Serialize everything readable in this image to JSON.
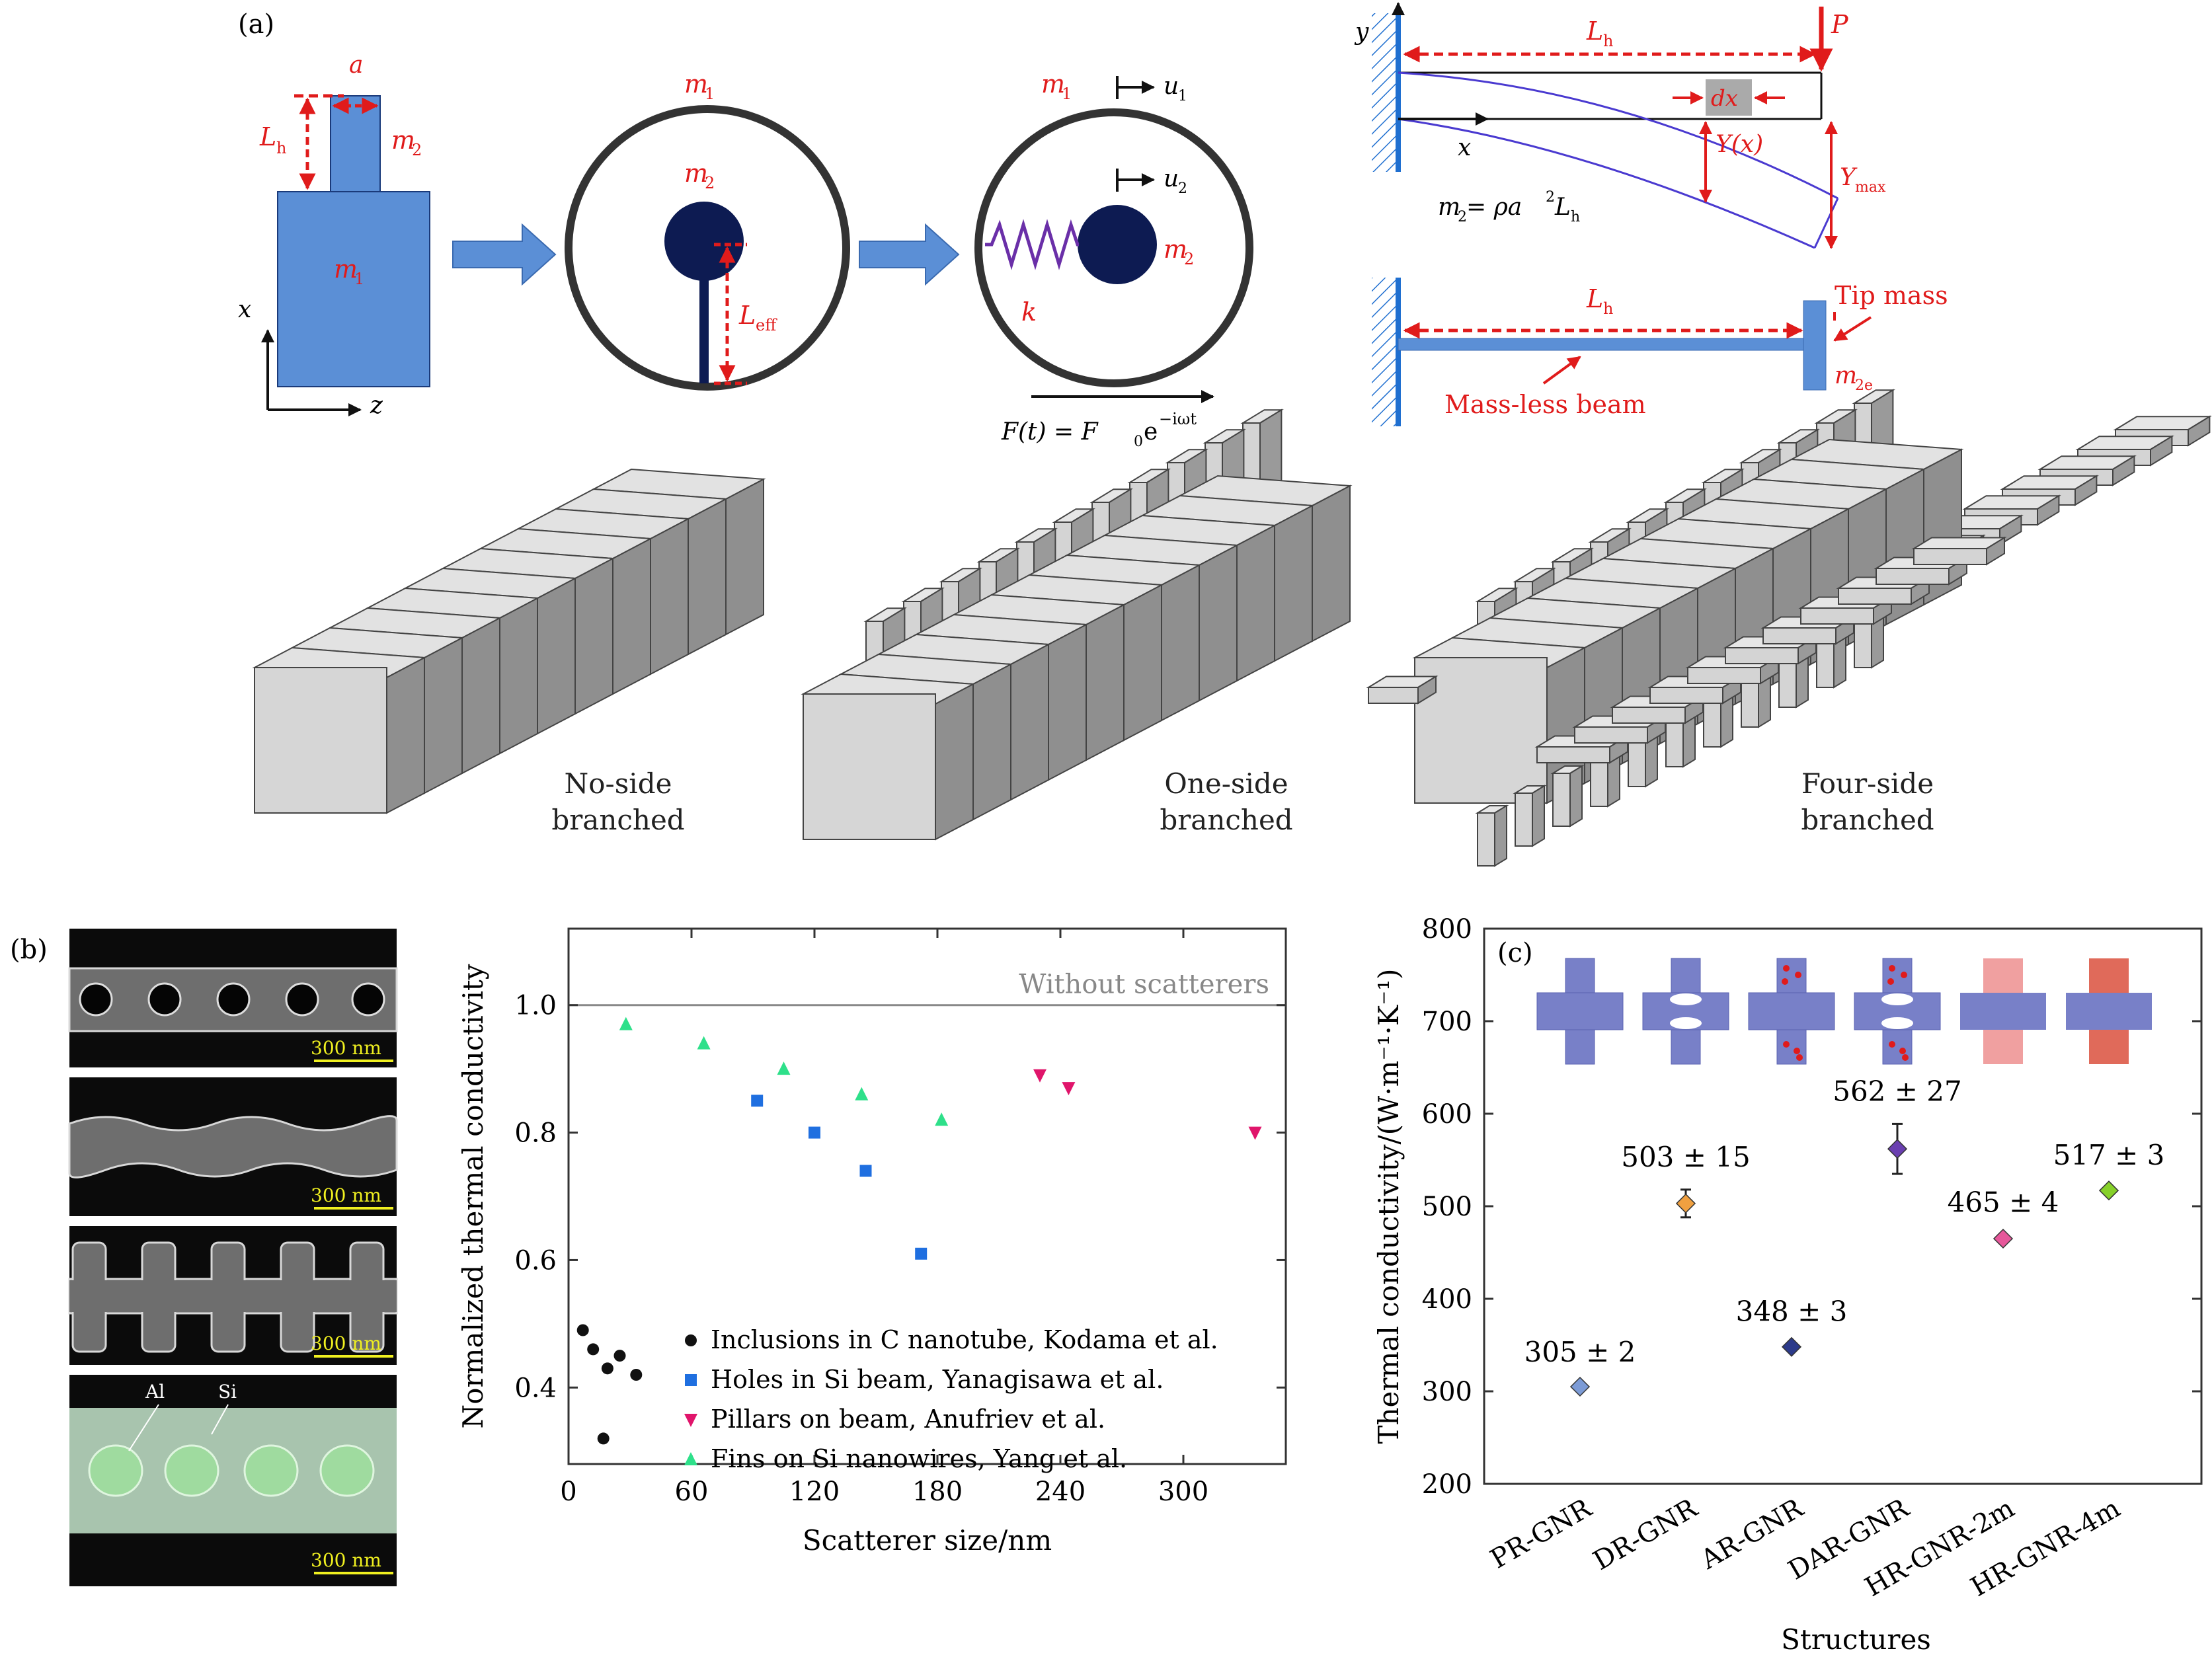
{
  "panel_a": {
    "label": "(a)",
    "schematic": {
      "a": "a",
      "Lh": "L",
      "Lh_sub": "h",
      "m1": "m",
      "m1_sub": "1",
      "m2": "m",
      "m2_sub": "2",
      "x": "x",
      "z": "z",
      "Leff": "L",
      "Leff_sub": "eff",
      "u1": "u",
      "u1_sub": "1",
      "u2": "u",
      "u2_sub": "2",
      "k": "k",
      "force": "F(t) = F",
      "force_sub": "0",
      "force_e": "e",
      "force_exp": "−iωt"
    },
    "beam": {
      "y": "y",
      "x": "x",
      "Lh": "L",
      "Lh_sub": "h",
      "P": "P",
      "dx": "dx",
      "Yx": "Y(x)",
      "Ymax": "Y",
      "Ymax_sub": "max",
      "mass_eq": "m",
      "mass_eq_sub": "2",
      "mass_eq_rhs": " = ρa",
      "mass_eq_sup": "2",
      "mass_eq_L": "L",
      "mass_eq_Lsub": "h",
      "Lh2": "L",
      "Lh2_sub": "h",
      "tip_mass": "Tip mass",
      "massless_beam": "Mass-less beam",
      "m2e": "m",
      "m2e_sub": "2e"
    },
    "structures": [
      {
        "line1": "No-side",
        "line2": "branched"
      },
      {
        "line1": "One-side",
        "line2": "branched"
      },
      {
        "line1": "Four-side",
        "line2": "branched"
      }
    ]
  },
  "panel_b": {
    "label": "(b)",
    "sem_scale": [
      "300 nm",
      "300 nm",
      "300 nm",
      "300 nm"
    ],
    "sem_labels": {
      "al": "Al",
      "si": "Si"
    }
  },
  "panel_c": {
    "label": "(c)"
  },
  "colors": {
    "red": "#e01b1b",
    "blue_fill": "#5b8fd6",
    "navy": "#0d1b52",
    "purple": "#6a2fa8",
    "black_marker": "#111111",
    "blue_marker": "#1f6fe0",
    "pink_marker": "#e0156b",
    "green_marker": "#2ee08a"
  },
  "chart_data": [
    {
      "type": "scatter",
      "title": "",
      "xlabel": "Scatterer size/nm",
      "ylabel": "Normalized thermal conductivity",
      "xlim": [
        0,
        350
      ],
      "ylim": [
        0.28,
        1.12
      ],
      "xticks": [
        "0",
        "60",
        "120",
        "180",
        "240",
        "300"
      ],
      "yticks": [
        "0.4",
        "0.6",
        "0.8",
        "1.0"
      ],
      "reference_line": {
        "y": 1.0,
        "label": "Without scatterers"
      },
      "legend_position": "bottom-right",
      "series": [
        {
          "name": "Inclusions in C nanotube, Kodama et al.",
          "marker": "circle",
          "color": "#111111",
          "x": [
            7,
            12,
            19,
            17,
            25,
            33
          ],
          "y": [
            0.49,
            0.46,
            0.43,
            0.32,
            0.45,
            0.42
          ]
        },
        {
          "name": "Holes in Si beam, Yanagisawa et al.",
          "marker": "square",
          "color": "#1f6fe0",
          "x": [
            92,
            120,
            145,
            172
          ],
          "y": [
            0.85,
            0.8,
            0.74,
            0.61
          ]
        },
        {
          "name": "Pillars on beam, Anufriev et al.",
          "marker": "triangle-down",
          "color": "#e0156b",
          "x": [
            230,
            244,
            335
          ],
          "y": [
            0.89,
            0.87,
            0.8
          ]
        },
        {
          "name": "Fins on Si nanowires, Yang et al.",
          "marker": "triangle-up",
          "color": "#2ee08a",
          "x": [
            28,
            66,
            105,
            143,
            182
          ],
          "y": [
            0.97,
            0.94,
            0.9,
            0.86,
            0.82
          ]
        }
      ]
    },
    {
      "type": "scatter",
      "title": "",
      "xlabel": "Structures",
      "ylabel": "Thermal conductivity/(W·m⁻¹·K⁻¹)",
      "ylim": [
        200,
        800
      ],
      "yticks": [
        "200",
        "300",
        "400",
        "500",
        "600",
        "700",
        "800"
      ],
      "categories": [
        "PR-GNR",
        "DR-GNR",
        "AR-GNR",
        "DAR-GNR",
        "HR-GNR-2m",
        "HR-GNR-4m"
      ],
      "values": [
        305,
        503,
        348,
        562,
        465,
        517
      ],
      "errors": [
        2,
        15,
        3,
        27,
        4,
        3
      ],
      "labels": [
        "305 ± 2",
        "503 ± 15",
        "348 ± 3",
        "562 ± 27",
        "465 ± 4",
        "517 ± 3"
      ],
      "marker_colors": [
        "#7c9bd6",
        "#f0a040",
        "#2c3a8a",
        "#6a3fb0",
        "#e6579a",
        "#86d02a"
      ]
    }
  ]
}
